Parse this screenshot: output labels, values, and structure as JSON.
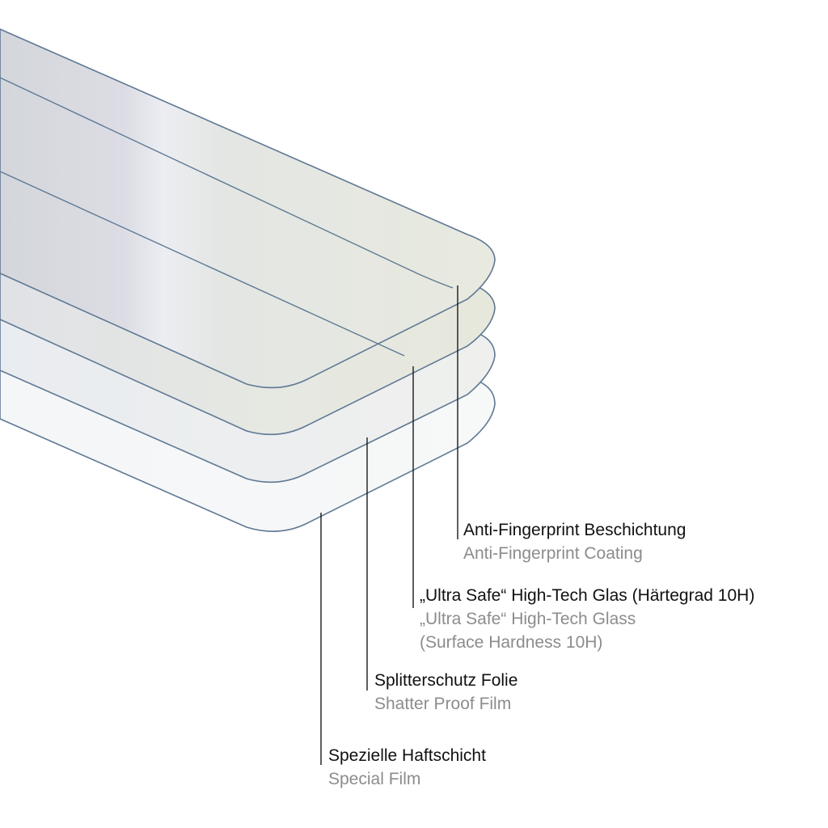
{
  "layers": [
    {
      "id": "coating",
      "name_de": "Anti-Fingerprint Beschichtung",
      "name_en": "Anti-Fingerprint Coating"
    },
    {
      "id": "glass",
      "name_de": "„Ultra Safe“ High-Tech Glas (Härtegrad 10H)",
      "name_en_line1": "„Ultra Safe“ High-Tech Glass",
      "name_en_line2": "(Surface Hardness 10H)"
    },
    {
      "id": "shatter",
      "name_de": "Splitterschutz Folie",
      "name_en": "Shatter Proof Film"
    },
    {
      "id": "film",
      "name_de": "Spezielle Haftschicht",
      "name_en": "Special Film"
    }
  ],
  "colors": {
    "background": "#ffffff",
    "layer_outline": "#5f7894",
    "leader_line": "#1a1a1a",
    "label_primary": "#111111",
    "label_secondary": "#8c8c8c"
  }
}
